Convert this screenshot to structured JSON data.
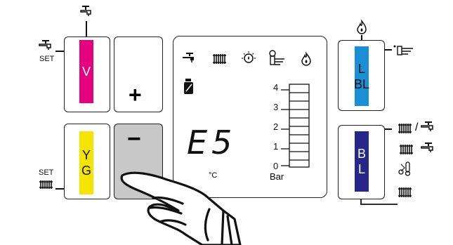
{
  "buttons": {
    "v_strip": {
      "text": "V",
      "color": "#e5007e",
      "text_color": "#ffffff"
    },
    "yg_strip": {
      "lines": [
        "Y",
        "G"
      ],
      "color": "#f4e400"
    },
    "l_bl_strip": {
      "lines": [
        "L",
        "BL"
      ],
      "color": "#1b8fd6"
    },
    "b_l_strip": {
      "lines": [
        "B",
        "L"
      ],
      "color": "#27278a",
      "text_color": "#ffffff"
    },
    "plus_label": "+",
    "minus_label": "−",
    "minus_bg": "#c8c8c8"
  },
  "labels": {
    "set_top": "SET",
    "set_bottom": "SET"
  },
  "display": {
    "code": "E5",
    "unit_temp": "°C",
    "unit_pressure": "Bar",
    "scale_ticks": [
      "4",
      "3",
      "2",
      "1",
      "0"
    ],
    "icons": [
      "tap-icon",
      "radiator-icon",
      "burner-icon",
      "reset-hand-icon",
      "flame-icon",
      "chimney-sweep-icon"
    ]
  },
  "right_legend": {
    "slash": "/"
  }
}
